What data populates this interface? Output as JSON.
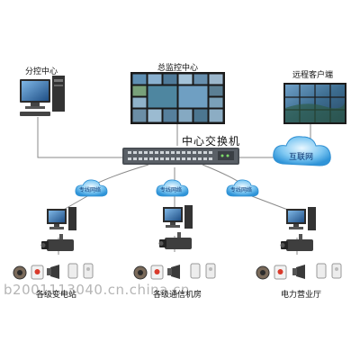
{
  "nodes": {
    "branch_center": "分控中心",
    "main_monitor_center": "总监控中心",
    "remote_client": "远程客户端",
    "core_switch": "中心交换机",
    "internet": "互联网"
  },
  "dedicated_links": [
    "专线网络",
    "专线网络",
    "专线网络"
  ],
  "sites": [
    "各级变电站",
    "各级通信机房",
    "电力营业厅"
  ],
  "watermark": "b2001113040.cn.china.cn",
  "colors": {
    "cloud": "#3aa6e8",
    "cloud_light": "#bfe6ff",
    "line": "#8a8a8a",
    "switch": "#4a4f55"
  }
}
